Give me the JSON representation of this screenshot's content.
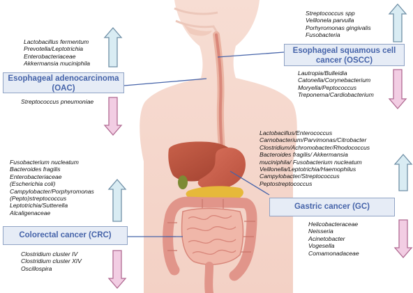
{
  "cancers": {
    "oac": {
      "line1": "Esophageal adenocarcinoma",
      "line2": "(OAC)"
    },
    "oscc": {
      "line1": "Esophageal squamous cell",
      "line2": "cancer (OSCC)"
    },
    "gc": {
      "line1": "Gastric cancer (GC)"
    },
    "crc": {
      "line1": "Colorectal cancer (CRC)"
    }
  },
  "lists": {
    "oac_up": [
      "Lactobacillus fermentum",
      "Prevotella/Leptotrichia",
      "Enterobacteriaceae",
      "Akkermansia muciniphila"
    ],
    "oac_down": [
      "Streptococcus pneumoniae"
    ],
    "oscc_up": [
      "Streptococcus spp",
      "Veillonela parvulla",
      "Porhyromonas gingivalis",
      "Fusobacteria"
    ],
    "oscc_down": [
      "Lautropia/Bulleidia",
      "Catonella/Corynebacterium",
      "Moryella/Peptococcus",
      "Treponema/Cardiobacterium"
    ],
    "gc_up": [
      "Lactobacillus/Enterococcus",
      "Carnobacterium/Parvimonas/Citrobacter",
      "Clostridium/Achromobacter/Rhodococcus",
      "Bacteroides fragilis/ Akkermansia",
      "muciniphila/ Fusobacterium nucleatum",
      "Veillonella/Leptotrichia/Haemophilus",
      "Campylobacter/Streptococcus",
      "Peptostreptococcus"
    ],
    "gc_down": [
      "Helicobacteraceae",
      "Neisseria",
      "Acinetobacter",
      "Vogesella",
      "Comamonadaceae"
    ],
    "crc_up": [
      "Fusobacterium nucleatum",
      "Bacteroides fragilis",
      "Enterobacteriaceae",
      "(Escherichia coli)",
      "Campylobacter/Porphyromonas",
      "(Pepto)streptococcus",
      "Leptotrichia/Sutterella",
      "Alcaligenaceae"
    ],
    "crc_down": [
      "Clostridium cluster IV",
      "Clostridium cluster XIV",
      "Oscillospira"
    ]
  },
  "colors": {
    "up_fill": "#d9ecf3",
    "up_stroke": "#6f8fa6",
    "down_fill": "#f2cde3",
    "down_stroke": "#b06a92",
    "box_fill": "#e6ecf6",
    "box_text": "#4563a9",
    "body": "#f6d9cf",
    "connector": "#4563a9"
  },
  "icons": {
    "increase": "up-arrow-icon",
    "decrease": "down-arrow-icon"
  }
}
